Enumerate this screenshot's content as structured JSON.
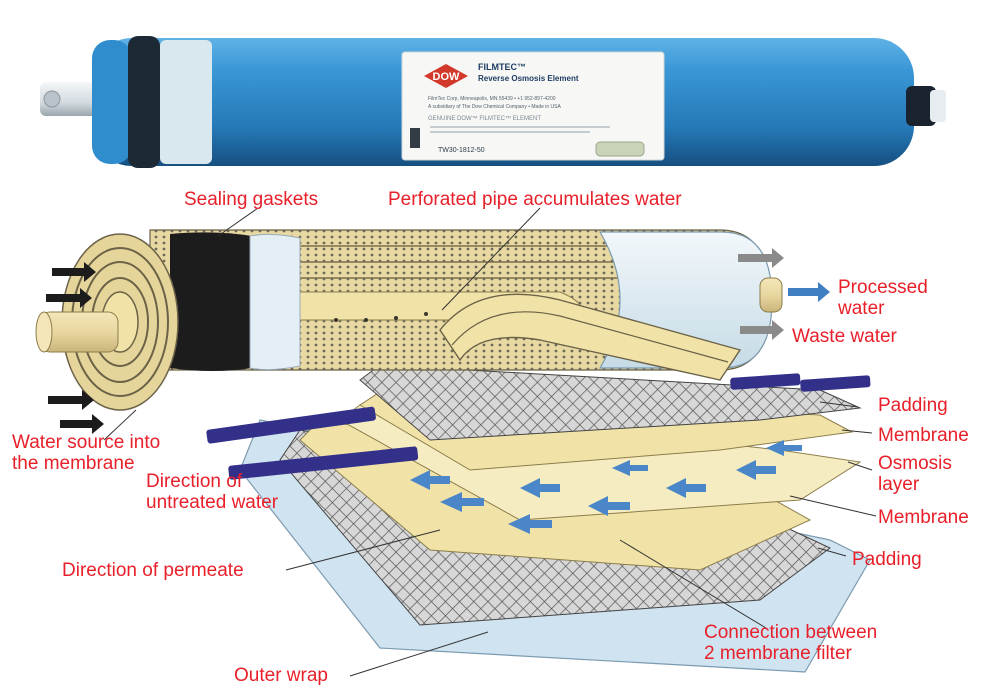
{
  "product_label": {
    "brand_logo": "DOW",
    "product_name": "FILMTEC™",
    "product_type": "Reverse Osmosis Element",
    "address_line": "FilmTec Corp, Minneapolis, MN 55439 • +1 952-897-4200",
    "subsidiary_line": "A subsidiary of The Dow Chemical Company • Made in USA",
    "genuine_line": "GENUINE DOW™ FILMTEC™ ELEMENT",
    "model_number": "TW30-1812-50"
  },
  "labels": {
    "sealing_gaskets": "Sealing gaskets",
    "perforated_pipe": "Perforated pipe accumulates water",
    "processed_water": [
      "Processed",
      "water"
    ],
    "waste_water": "Waste water",
    "padding_top": "Padding",
    "membrane_top": "Membrane",
    "osmosis_layer": [
      "Osmosis",
      "layer"
    ],
    "membrane_bottom": "Membrane",
    "padding_bottom": "Padding",
    "water_source": [
      "Water source into",
      "the membrane"
    ],
    "direction_untreated": [
      "Direction of",
      "untreated water"
    ],
    "direction_permeate": "Direction of permeate",
    "connection": [
      "Connection between",
      "2 membrane filter"
    ],
    "outer_wrap": "Outer wrap"
  },
  "colors": {
    "label_red": "#e8202a",
    "element_blue": "#2b86c6",
    "membrane_cream": "#f1e3a8",
    "flow_arrow_blue": "#4a86c8",
    "distributor_navy": "#33308a",
    "outer_wrap": "#cfe3f1",
    "end_cap": "#e4eff5",
    "gasket_black": "#1c1c1c"
  },
  "icons": [
    "inlet-arrow-icon",
    "processed-water-arrow-icon",
    "waste-water-arrow-icon",
    "permeate-flow-arrow-icon",
    "dow-diamond-logo-icon"
  ]
}
